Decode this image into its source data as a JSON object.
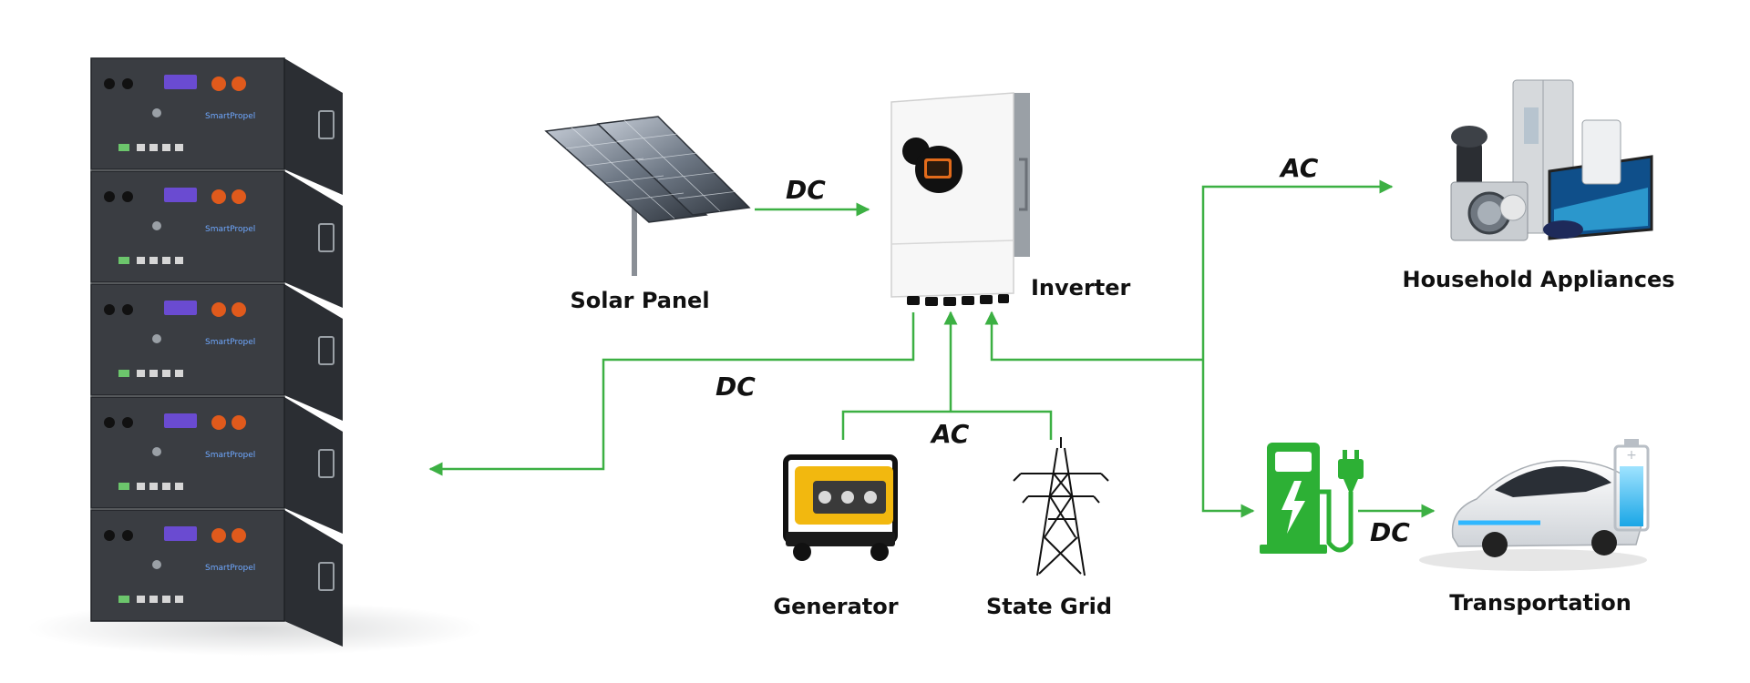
{
  "colors": {
    "flow_line": "#3cb043",
    "charger": "#2db035",
    "battery_body": "#3a3d42",
    "battery_screen": "#6a4bd1",
    "connector": "#e05a1c",
    "generator_body": "#f2b80f"
  },
  "components": {
    "solar_panel": {
      "label": "Solar Panel",
      "icon": "solar-panel-icon"
    },
    "inverter": {
      "label": "Inverter",
      "icon": "inverter-icon"
    },
    "household_appliances": {
      "label": "Household Appliances",
      "icon": "appliances-icon"
    },
    "generator": {
      "label": "Generator",
      "icon": "generator-icon"
    },
    "state_grid": {
      "label": "State Grid",
      "icon": "power-pylon-icon"
    },
    "transportation": {
      "label": "Transportation",
      "icon": "electric-car-icon"
    },
    "battery_stack": {
      "brand_label": "SmartPropel",
      "icon": "battery-stack-icon",
      "modules": 5
    },
    "charging_station": {
      "icon": "ev-charger-icon"
    }
  },
  "flows": {
    "solar_to_inverter": "DC",
    "inverter_to_appliances": "AC",
    "battery_inverter": "DC",
    "generator_grid_to_inverter": "AC",
    "charger_to_vehicle": "DC"
  }
}
